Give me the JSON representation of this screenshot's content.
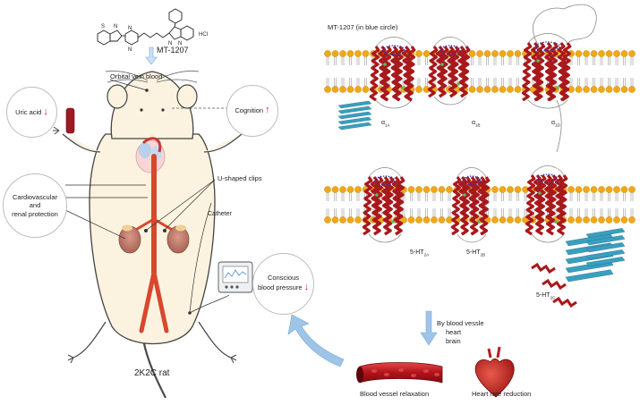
{
  "compound": {
    "name": "MT-1207",
    "salt": "HCl"
  },
  "left": {
    "orbital_vein": "Orbital vein blood",
    "uric_acid": "Uric acid",
    "cognition": "Cognition",
    "cardio": [
      "Cardiovascular",
      "and",
      "renal protection"
    ],
    "clips": "U-shaped clips",
    "catheter": "Catheter",
    "bp": [
      "Conscious",
      "blood pressure"
    ],
    "rat_label": "2K2C rat",
    "up_arrow": "↑",
    "down_arrow": "↓"
  },
  "right": {
    "title": "MT-1207 (in blue circle)",
    "alpha_receptors": [
      {
        "main": "α",
        "sub": "1A"
      },
      {
        "main": "α",
        "sub": "1B"
      },
      {
        "main": "α",
        "sub": "1D"
      }
    ],
    "ht_receptors": [
      {
        "main": "5-HT",
        "sub": "2A"
      },
      {
        "main": "5-HT",
        "sub": "2B"
      },
      {
        "main": "5-HT",
        "sub": "2C"
      }
    ],
    "pathway": [
      "By blood vessle",
      "heart",
      "brain"
    ],
    "vessel_label": "Blood vessel relaxation",
    "heart_label": "Heart rate reduction"
  },
  "colors": {
    "helix": "#a8191c",
    "membrane_head": "#f0a818",
    "sheet": "#3a9fbf",
    "rat_body": "#fbf3df",
    "arrow_blue": "#8fbbe0",
    "down_red": "#c0282d"
  }
}
